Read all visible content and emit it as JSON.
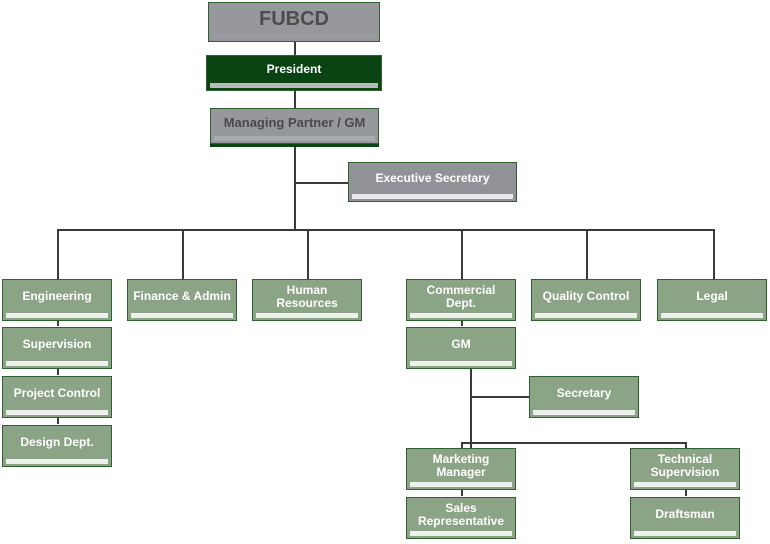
{
  "chart_data": {
    "type": "diagram",
    "title": "FUBCD Organizational Chart",
    "diagram_type": "organizational-chart",
    "orientation": "top-down",
    "palette": {
      "green_fill": "#8ca486",
      "green_border": "#2f6030",
      "gray_fill": "#96989b",
      "dark_green_fill": "#0b4413",
      "text_white": "#ffffff",
      "text_dark": "#4a4a4a",
      "connector": "#3a3a3a",
      "background": "#ffffff"
    },
    "nodes": [
      {
        "id": "root",
        "label": "FUBCD",
        "level": 0,
        "style": "gray-root"
      },
      {
        "id": "president",
        "label": "President",
        "level": 1,
        "style": "dark-green"
      },
      {
        "id": "gm",
        "label": "Managing Partner / GM",
        "level": 2,
        "style": "gray"
      },
      {
        "id": "exec_sec",
        "label": "Executive Secretary",
        "level": 3,
        "style": "gray-white-text"
      },
      {
        "id": "engineering",
        "label": "Engineering",
        "level": 4,
        "style": "green"
      },
      {
        "id": "finance",
        "label": "Finance & Admin",
        "level": 4,
        "style": "green"
      },
      {
        "id": "hr",
        "label": "Human Resources",
        "level": 4,
        "style": "green"
      },
      {
        "id": "commercial",
        "label": "Commercial Dept.",
        "level": 4,
        "style": "green"
      },
      {
        "id": "quality",
        "label": "Quality Control",
        "level": 4,
        "style": "green"
      },
      {
        "id": "legal",
        "label": "Legal",
        "level": 4,
        "style": "green"
      },
      {
        "id": "supervision",
        "label": "Supervision",
        "level": 5,
        "style": "green"
      },
      {
        "id": "project_ctrl",
        "label": "Project Control",
        "level": 6,
        "style": "green"
      },
      {
        "id": "design",
        "label": "Design Dept.",
        "level": 7,
        "style": "green"
      },
      {
        "id": "comm_gm",
        "label": "GM",
        "level": 5,
        "style": "green"
      },
      {
        "id": "secretary",
        "label": "Secretary",
        "level": 6,
        "style": "green"
      },
      {
        "id": "marketing_mgr",
        "label": "Marketing Manager",
        "level": 7,
        "style": "green"
      },
      {
        "id": "sales_rep",
        "label": "Sales Representative",
        "level": 8,
        "style": "green"
      },
      {
        "id": "tech_sup",
        "label": "Technical Supervision",
        "level": 7,
        "style": "green"
      },
      {
        "id": "draftsman",
        "label": "Draftsman",
        "level": 8,
        "style": "green"
      }
    ],
    "edges": [
      {
        "from": "root",
        "to": "president"
      },
      {
        "from": "president",
        "to": "gm"
      },
      {
        "from": "gm",
        "to": "exec_sec"
      },
      {
        "from": "gm",
        "to": "engineering"
      },
      {
        "from": "gm",
        "to": "finance"
      },
      {
        "from": "gm",
        "to": "hr"
      },
      {
        "from": "gm",
        "to": "commercial"
      },
      {
        "from": "gm",
        "to": "quality"
      },
      {
        "from": "gm",
        "to": "legal"
      },
      {
        "from": "engineering",
        "to": "supervision"
      },
      {
        "from": "supervision",
        "to": "project_ctrl"
      },
      {
        "from": "project_ctrl",
        "to": "design"
      },
      {
        "from": "commercial",
        "to": "comm_gm"
      },
      {
        "from": "comm_gm",
        "to": "secretary"
      },
      {
        "from": "comm_gm",
        "to": "marketing_mgr"
      },
      {
        "from": "comm_gm",
        "to": "tech_sup"
      },
      {
        "from": "marketing_mgr",
        "to": "sales_rep"
      },
      {
        "from": "tech_sup",
        "to": "draftsman"
      }
    ]
  },
  "nodes": {
    "root": "FUBCD",
    "president": "President",
    "gm": "Managing Partner / GM",
    "exec_sec": "Executive Secretary",
    "engineering": "Engineering",
    "finance": "Finance & Admin",
    "hr": "Human Resources",
    "commercial": "Commercial Dept.",
    "quality": "Quality Control",
    "legal": "Legal",
    "supervision": "Supervision",
    "project_ctrl": "Project Control",
    "design": "Design Dept.",
    "comm_gm": "GM",
    "secretary": "Secretary",
    "marketing_mgr": "Marketing Manager",
    "sales_rep": "Sales Representative",
    "tech_sup": "Technical Supervision",
    "draftsman": "Draftsman"
  }
}
